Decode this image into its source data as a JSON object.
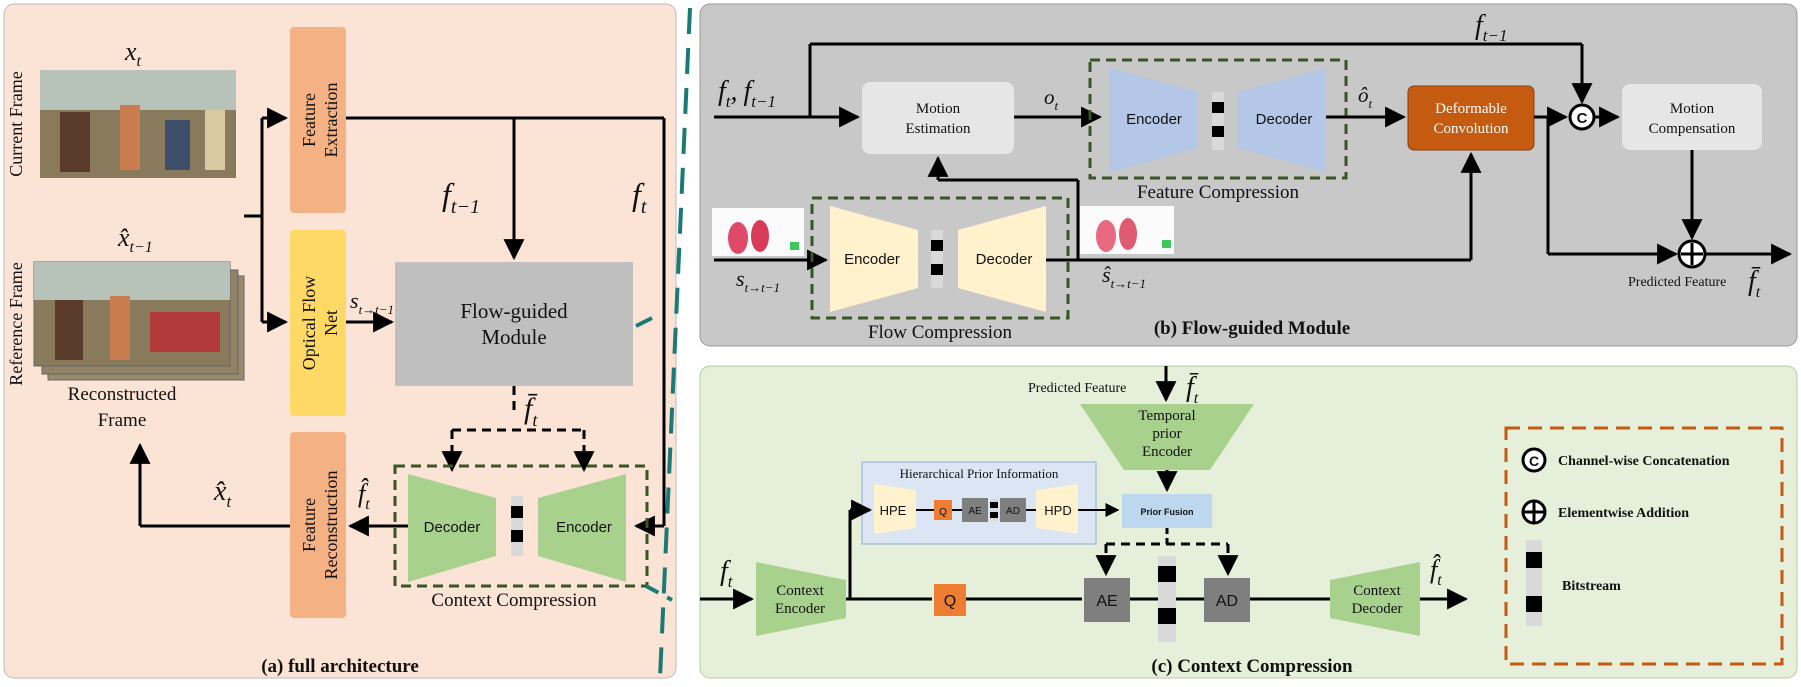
{
  "panels": {
    "a": {
      "caption": "(a) full architecture",
      "current_frame_label": "Current Frame",
      "reference_frame_label": "Reference Frame",
      "reconstructed_frame_line1": "Reconstructed",
      "reconstructed_frame_line2": "Frame",
      "feature_extraction_line1": "Feature",
      "feature_extraction_line2": "Extraction",
      "optical_flow_line1": "Optical Flow",
      "optical_flow_line2": "Net",
      "feature_reconstruction_line1": "Feature",
      "feature_reconstruction_line2": "Reconstruction",
      "flow_guided_line1": "Flow-guided",
      "flow_guided_line2": "Module",
      "decoder": "Decoder",
      "encoder": "Encoder",
      "context_compression": "Context Compression",
      "sym_x": "x",
      "sub_t": "t",
      "sym_xhat": "x̂",
      "sub_t_minus_1": "t−1",
      "sym_f": "f",
      "sym_fhat": "f̂",
      "sym_fbar": "f̄",
      "sym_s": "s",
      "sub_t_to_t1": "t→t−1"
    },
    "b": {
      "caption": "(b) Flow-guided Module",
      "input_f": "f",
      "input_sub_t": "t",
      "comma": ",",
      "input_sub_t1": "t−1",
      "top_f": "f",
      "top_sub": "t−1",
      "motion_estimation_line1": "Motion",
      "motion_estimation_line2": "Estimation",
      "o_t": "o",
      "o_sub": "t",
      "o_hat": "ô",
      "o_hat_sub": "t",
      "encoder": "Encoder",
      "decoder": "Decoder",
      "feature_compression": "Feature Compression",
      "deformable_line1": "Deformable",
      "deformable_line2": "Convolution",
      "concat_symbol": "C",
      "motion_comp_line1": "Motion",
      "motion_comp_line2": "Compensation",
      "s_in": "s",
      "s_in_sub": "t→t−1",
      "flow_encoder": "Encoder",
      "flow_decoder": "Decoder",
      "flow_compression": "Flow Compression",
      "s_hat": "ŝ",
      "s_hat_sub": "t→t−1",
      "predicted_feature": "Predicted Feature",
      "fbar": "f̄",
      "fbar_sub": "t"
    },
    "c": {
      "caption": "(c) Context Compression",
      "predicted_feature": "Predicted Feature",
      "fbar": "f̄",
      "fbar_sub": "t",
      "temporal_line1": "Temporal",
      "temporal_line2": "prior",
      "temporal_line3": "Encoder",
      "hierarchical_title": "Hierarchical  Prior Information",
      "hpe": "HPE",
      "q_small": "Q",
      "ae_small": "AE",
      "ad_small": "AD",
      "hpd": "HPD",
      "prior_fusion": "Prior Fusion",
      "f_in": "f",
      "f_in_sub": "t",
      "context_encoder_line1": "Context",
      "context_encoder_line2": "Encoder",
      "q": "Q",
      "ae": "AE",
      "ad": "AD",
      "context_decoder_line1": "Context",
      "context_decoder_line2": "Decoder",
      "f_out": "f̂",
      "f_out_sub": "t"
    },
    "legend": {
      "concat_symbol": "C",
      "concat": "Channel-wise Concatenation",
      "addition": "Elementwise Addition",
      "bitstream": "Bitstream"
    }
  },
  "colors": {
    "panel_a_bg": "#fbe3d5",
    "panel_b_bg": "#c8c8c8",
    "panel_c_bg": "#e5efd9",
    "orange_box": "#f4b183",
    "yellow_box": "#ffd966",
    "gray_box": "#bfbfbf",
    "green_trap": "#a9d18e",
    "blue_trap": "#b4c7e7",
    "cream_trap": "#fff2cc",
    "deformable": "#c55a11",
    "q_orange": "#ed7d31",
    "dark_green_dash": "#375623",
    "teal_dash": "#1b7a75",
    "legend_border": "#c55a11"
  }
}
